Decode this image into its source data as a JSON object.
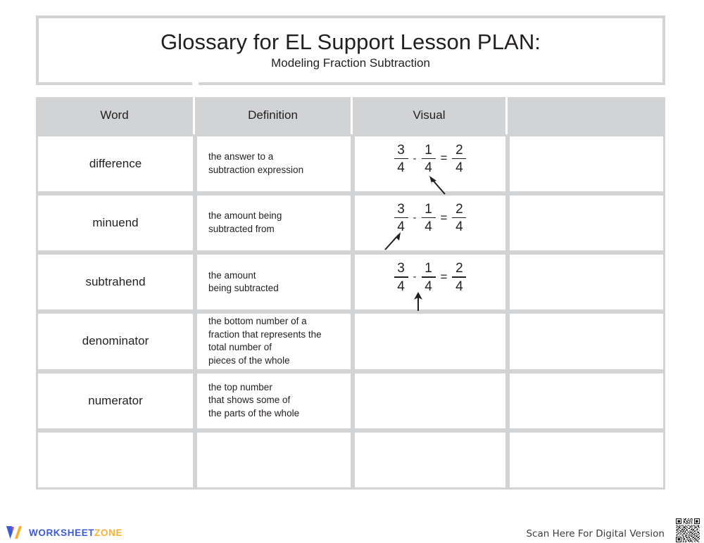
{
  "header": {
    "title": "Glossary for EL Support Lesson PLAN:",
    "subtitle": "Modeling Fraction Subtraction"
  },
  "table": {
    "columns": [
      {
        "label": "Word"
      },
      {
        "label": "Definition"
      },
      {
        "label": "Visual"
      },
      {
        "label": ""
      }
    ],
    "rows": [
      {
        "word": "difference",
        "definition": "the answer to a\nsubtraction expression",
        "visual": {
          "minuend": {
            "num": "3",
            "den": "4"
          },
          "operator": "-",
          "subtrahend": {
            "num": "1",
            "den": "4"
          },
          "equals": "=",
          "result": {
            "num": "2",
            "den": "4"
          },
          "arrow_target": "result",
          "arrow_style": "diagonal-up-left"
        },
        "extra": ""
      },
      {
        "word": "minuend",
        "definition": "the amount being\nsubtracted from",
        "visual": {
          "minuend": {
            "num": "3",
            "den": "4"
          },
          "operator": "-",
          "subtrahend": {
            "num": "1",
            "den": "4"
          },
          "equals": "=",
          "result": {
            "num": "2",
            "den": "4"
          },
          "arrow_target": "minuend",
          "arrow_style": "diagonal-up-right"
        },
        "extra": ""
      },
      {
        "word": "subtrahend",
        "definition": "the amount\nbeing subtracted",
        "visual": {
          "minuend": {
            "num": "3",
            "den": "4"
          },
          "operator": "-",
          "subtrahend": {
            "num": "1",
            "den": "4"
          },
          "equals": "=",
          "result": {
            "num": "2",
            "den": "4"
          },
          "arrow_target": "subtrahend",
          "arrow_style": "vertical-up"
        },
        "extra": ""
      },
      {
        "word": "denominator",
        "definition": "the bottom number of a\nfraction that represents the\ntotal number of\npieces of the whole",
        "visual": null,
        "extra": ""
      },
      {
        "word": "numerator",
        "definition": "the top number\nthat shows some of\nthe parts of the whole",
        "visual": null,
        "extra": ""
      },
      {
        "word": "",
        "definition": "",
        "visual": null,
        "extra": ""
      }
    ]
  },
  "footer": {
    "logo_primary": "WORKSHEET",
    "logo_secondary": "ZONE",
    "scan_text": "Scan Here For Digital Version"
  },
  "colors": {
    "table_border": "#d2d3d5",
    "text": "#231f20",
    "logo_blue": "#3b5bdb",
    "logo_yellow": "#f9b233"
  }
}
